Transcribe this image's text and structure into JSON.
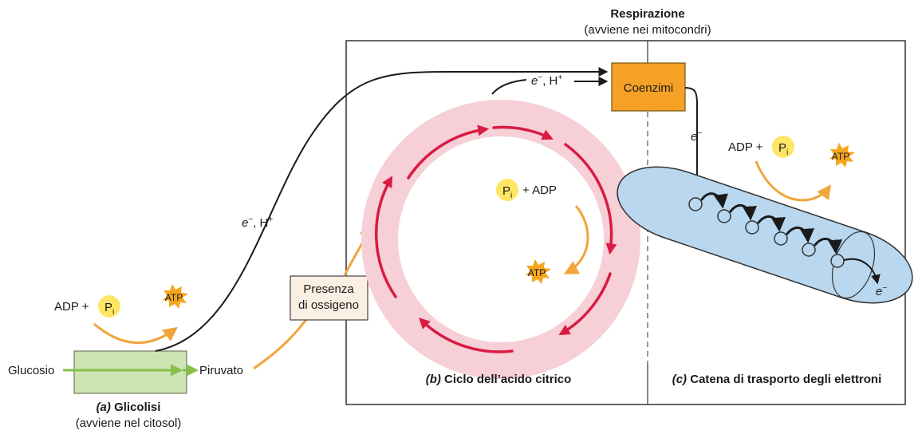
{
  "respiration": {
    "title": "Respirazione",
    "subtitle": "(avviene nei mitocondri)"
  },
  "glycolysis": {
    "title_letter": "(a)",
    "title_text": "Glicolisi",
    "subtitle": "(avviene nel citosol)",
    "input_label": "Glucosio",
    "output_label": "Piruvato",
    "adp_label": "ADP +",
    "pi_main": "P",
    "pi_sub": "i",
    "atp_label": "ATP",
    "electron_label": "e",
    "electron_sign": "−",
    "proton_label": ", H",
    "proton_sign": "+"
  },
  "oxygen_box": {
    "line1": "Presenza",
    "line2": "di ossigeno"
  },
  "citric_cycle": {
    "title_letter": "(b)",
    "title_text": "Ciclo dell’acido citrico",
    "pi_main": "P",
    "pi_sub": "i",
    "adp_label": "+ ADP",
    "atp_label": "ATP",
    "electron_label": "e",
    "electron_sign": "−",
    "proton_label": ", H",
    "proton_sign": "+"
  },
  "coenzymes": {
    "label": "Coenzimi"
  },
  "transport_chain": {
    "title_letter": "(c)",
    "title_text": "Catena di trasporto degli elettroni",
    "adp_label": "ADP +",
    "pi_main": "P",
    "pi_sub": "i",
    "atp_label": "ATP",
    "electron_in_label": "e",
    "electron_in_sign": "−",
    "electron_out_label": "e",
    "electron_out_sign": "−"
  },
  "colors": {
    "glycolysis_box": "#cfe4b4",
    "green_arrow": "#86bf4a",
    "orange_arrow": "#f0a53a",
    "cycle_ring": "#f6d0d6",
    "cycle_arrow": "#d91a43",
    "coenzyme_box": "#f4a126",
    "membrane": "#b9d7ee",
    "pi_circle": "#ffe566",
    "atp_star": "#f6a61e",
    "oxygen_box": "#fbeee2"
  }
}
